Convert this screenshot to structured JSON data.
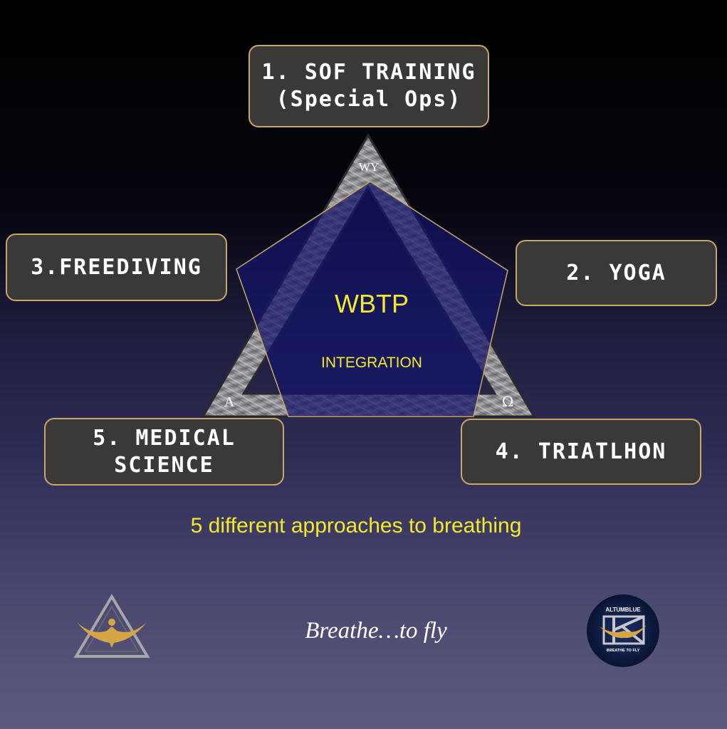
{
  "approaches": [
    {
      "line1": "1. SOF TRAINING",
      "line2": "(Special Ops)"
    },
    {
      "line1": "2. YOGA",
      "line2": ""
    },
    {
      "line1": "3.FREEDIVING",
      "line2": ""
    },
    {
      "line1": "4. TRIATLHON",
      "line2": ""
    },
    {
      "line1": "5. MEDICAL",
      "line2": "SCIENCE"
    }
  ],
  "center": {
    "title": "WBTP",
    "subtitle": "INTEGRATION"
  },
  "triangle_labels": {
    "top": "WY",
    "left": "A",
    "right": "Ω"
  },
  "caption": "5 different approaches to breathing",
  "tagline": "Breathe…to fly",
  "logos": {
    "left": "wbtp-flyer-triangle-logo",
    "right": "altumblue-logo",
    "right_top_text": "ALTUMBLUE",
    "right_bottom_text": "BREATHE TO FLY"
  },
  "colors": {
    "accent_gold": "#c9a867",
    "highlight_yellow": "#f2ea2a",
    "pentagon_fill": "#15156a",
    "box_fill": "#3a3938"
  }
}
